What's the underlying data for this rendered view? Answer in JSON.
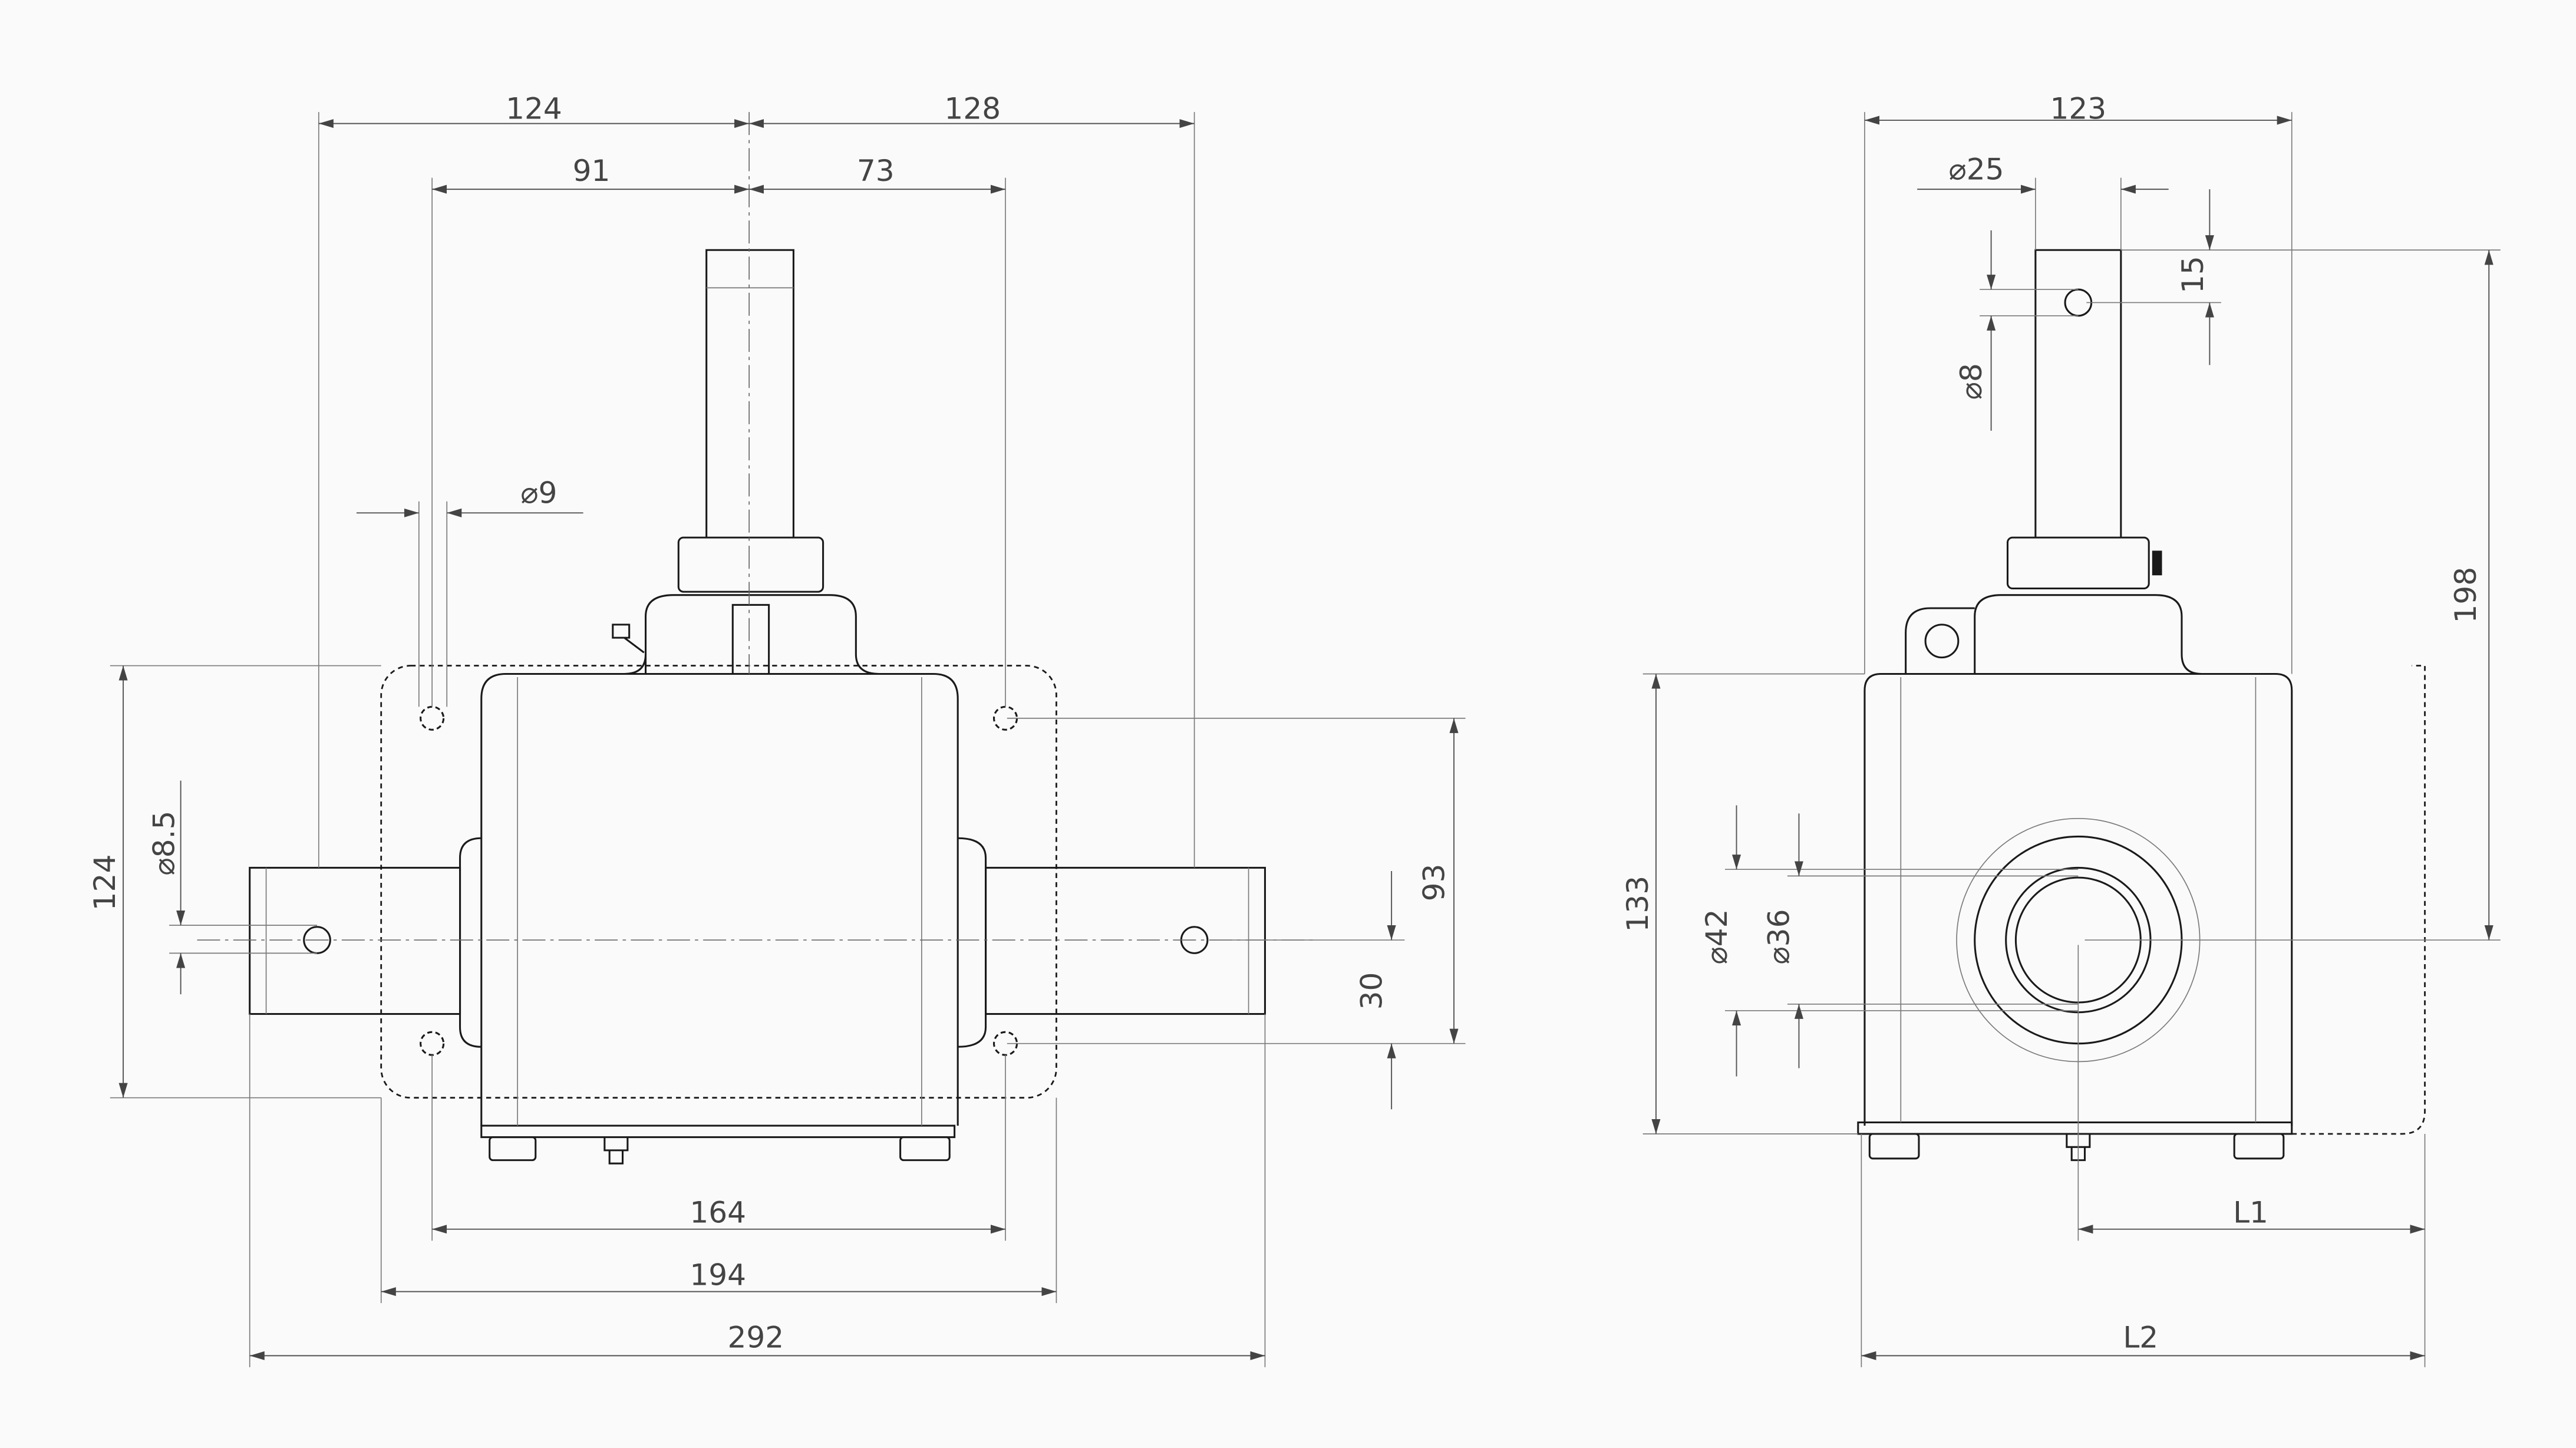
{
  "drawing": {
    "front_view": {
      "width_left_top": "124",
      "width_right_top": "128",
      "hole_left": "91",
      "hole_right": "73",
      "hole_diameter": "⌀9",
      "pin_hole_diameter": "⌀8.5",
      "flange_height": "124",
      "hole_spacing_vertical": "93",
      "center_to_hole": "30",
      "hole_spacing_horizontal": "164",
      "flange_width": "194",
      "overall_width": "292"
    },
    "side_view": {
      "body_width": "123",
      "shaft_diameter": "⌀25",
      "pin_offset": "15",
      "pin_diameter": "⌀8",
      "shaft_height": "198",
      "body_height": "133",
      "bore_outer": "⌀42",
      "bore_inner": "⌀36",
      "length_1": "L1",
      "length_2": "L2"
    }
  },
  "colors": {
    "background": "#fafafa",
    "line": "#1a1a1a",
    "dimension": "#555555"
  }
}
